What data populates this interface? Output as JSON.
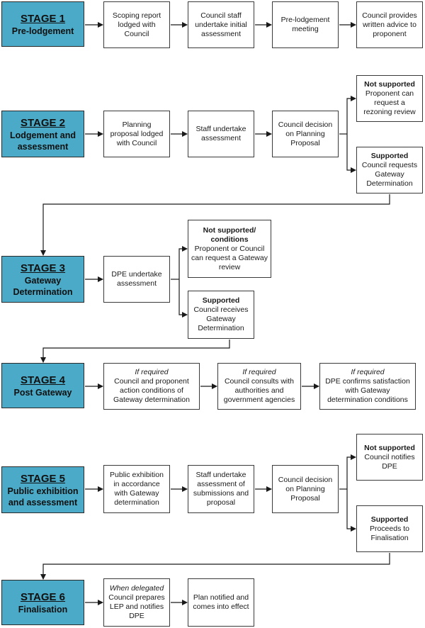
{
  "stages": [
    {
      "number": "STAGE 1",
      "name": "Pre-lodgement"
    },
    {
      "number": "STAGE 2",
      "name": "Lodgement and assessment"
    },
    {
      "number": "STAGE 3",
      "name": "Gateway Determination"
    },
    {
      "number": "STAGE 4",
      "name": "Post Gateway"
    },
    {
      "number": "STAGE 5",
      "name": "Public exhibition and assessment"
    },
    {
      "number": "STAGE 6",
      "name": "Finalisation"
    }
  ],
  "steps": {
    "s1_scoping": "Scoping report lodged with Council",
    "s1_staff": "Council staff undertake initial assessment",
    "s1_meeting": "Pre-lodgement meeting",
    "s1_advice": "Council provides written advice to proponent",
    "s2_lodged": "Planning proposal lodged with Council",
    "s2_staff": "Staff undertake assessment",
    "s2_decision": "Council decision on Planning Proposal",
    "s2_notsupported_head": "Not supported",
    "s2_notsupported_body": "Proponent can request a rezoning review",
    "s2_supported_head": "Supported",
    "s2_supported_body": "Council requests Gateway Determination",
    "s3_dpe": "DPE undertake assessment",
    "s3_notsupported_head": "Not supported/ conditions",
    "s3_notsupported_body": "Proponent or Council can request a Gateway review",
    "s3_supported_head": "Supported",
    "s3_supported_body": "Council receives Gateway Determination",
    "s4_a_prefix": "If required",
    "s4_a_body": "Council and proponent action conditions of Gateway determination",
    "s4_b_prefix": "If required",
    "s4_b_body": "Council consults with authorities and government agencies",
    "s4_c_prefix": "If required",
    "s4_c_body": "DPE confirms satisfaction with Gateway determination conditions",
    "s5_exhibition": "Public exhibition in accordance with Gateway determination",
    "s5_staff": "Staff undertake assessment of submissions and proposal",
    "s5_decision": "Council decision on Planning Proposal",
    "s5_notsupported_head": "Not supported",
    "s5_notsupported_body": "Council notifies DPE",
    "s5_supported_head": "Supported",
    "s5_supported_body": "Proceeds to Finalisation",
    "s6_a_prefix": "When delegated",
    "s6_a_body": "Council prepares LEP and notifies DPE",
    "s6_b": "Plan notified and comes into effect"
  },
  "colors": {
    "stage_fill": "#4aaac7",
    "border": "#3a3a3a",
    "arrow": "#1a1a1a"
  }
}
